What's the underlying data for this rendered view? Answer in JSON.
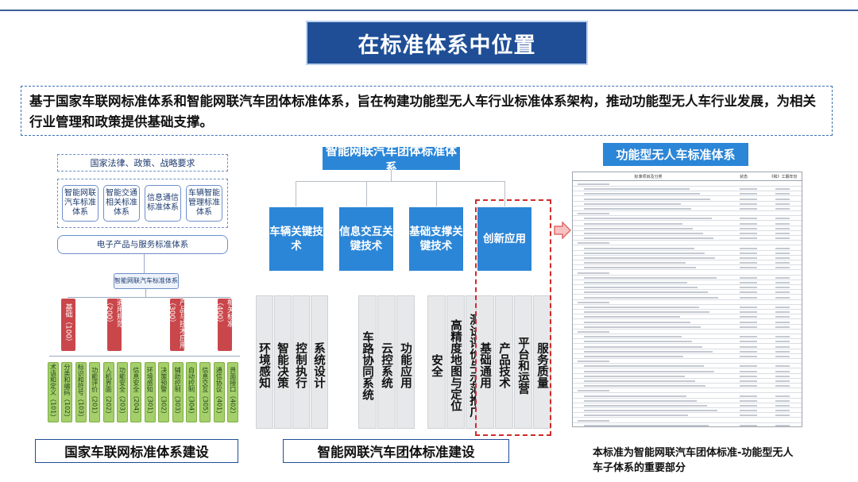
{
  "title": "在标准体系中位置",
  "intro": "基于国家车联网标准体系和智能网联汽车团体标准体系，旨在构建功能型无人车行业标准体系架构，推动功能型无人车行业发展，为相关行业管理和政策提供基础支撑。",
  "left_panel": {
    "top_label": "国家法律、政策、战略要求",
    "boxes": [
      "智能网联汽车标准体系",
      "智能交通相关标准体系",
      "信息通信标准体系",
      "车辆智能管理标准体系"
    ],
    "bottom_label": "电子产品与服务标准体系",
    "root": "智能网联汽车标准体系",
    "categories": [
      "基础（100）",
      "通用规范（200）",
      "产品与技术应用（300）",
      "相关标准（400）"
    ],
    "leaves": [
      "术语和定义（101）",
      "分类和编码（102）",
      "标识和符号（103）",
      "功能评价（201）",
      "人机界面（202）",
      "功能安全（203）",
      "信息安全（204）",
      "环境感知（301）",
      "决策预警（302）",
      "辅助控制（303）",
      "自动控制（304）",
      "信息交互（305）",
      "通信协议（401）",
      "界面接口（402）"
    ],
    "caption": "国家车联网标准体系建设"
  },
  "middle_panel": {
    "header": "智能网联汽车团体标准体系",
    "groups": [
      {
        "title": "车辆关键技术",
        "items": [
          "环境感知",
          "智能决策",
          "控制执行",
          "系统设计"
        ]
      },
      {
        "title": "信息交互关键技术",
        "items": [
          "车路协同系统",
          "云控系统",
          "功能应用"
        ]
      },
      {
        "title": "基础支撑关键技术",
        "items": [
          "安全",
          "高精度地图与定位",
          "测试评价与示范推广"
        ]
      },
      {
        "title": "创新应用",
        "items": [
          "基础通用",
          "产品技术",
          "平台和运营",
          "服务质量"
        ]
      }
    ],
    "caption": "智能网联汽车团体标准建设"
  },
  "right_panel": {
    "header": "功能型无人车标准体系",
    "doc_header": [
      "标准项目及分类",
      "状态",
      "《和》工期年份"
    ],
    "note": "本标准为智能网联汽车团体标准-功能型无人车子体系的重要部分"
  },
  "colors": {
    "title_bg": "#1f4e96",
    "blue_head": "#2b86d7",
    "red_cat": "#c9474b",
    "green_leaf": "#a4cf6a",
    "innovation_border": "#d12b2b"
  }
}
